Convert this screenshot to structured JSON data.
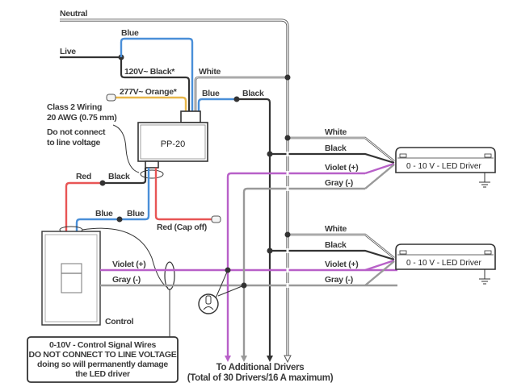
{
  "labels": {
    "neutral": "Neutral",
    "live": "Live",
    "blue_top": "Blue",
    "v120_black": "120V~  Black*",
    "white_top": "White",
    "v277_orange": "277V~  Orange*",
    "blue_mid": "Blue",
    "black_mid": "Black",
    "class2_line1": "Class 2 Wiring",
    "class2_line2": "20 AWG (0.75 mm)",
    "class2_line3": "Do not connect",
    "class2_line4": "to line voltage",
    "red_left": "Red",
    "black_left": "Black",
    "blue_left1": "Blue",
    "blue_left2": "Blue",
    "red_cap": "Red (Cap off)",
    "violet_ctrl": "Violet (+)",
    "gray_ctrl": "Gray (-)",
    "control": "Control",
    "additional_line1": "To Additional Drivers",
    "additional_line2": "(Total of 30 Drivers/16 A maximum)"
  },
  "devices": {
    "pp20": "PP-20",
    "driver1": {
      "label": "0 - 10 V -  LED Driver",
      "wires": [
        "White",
        "Black",
        "Violet (+)",
        "Gray (-)"
      ]
    },
    "driver2": {
      "label": "0 - 10 V -  LED Driver",
      "wires": [
        "White",
        "Black",
        "Violet (+)",
        "Gray (-)"
      ]
    }
  },
  "warning": {
    "line1": "0-10V - Control Signal Wires",
    "line2": "DO NOT CONNECT TO LINE VOLTAGE",
    "line3": "doing so will permanently damage",
    "line4": "the LED driver"
  },
  "colors": {
    "blue": "#4a8fd8",
    "red": "#e85555",
    "orange": "#e8b74a",
    "violet": "#b860c8",
    "gray": "#999999",
    "black": "#333333"
  }
}
